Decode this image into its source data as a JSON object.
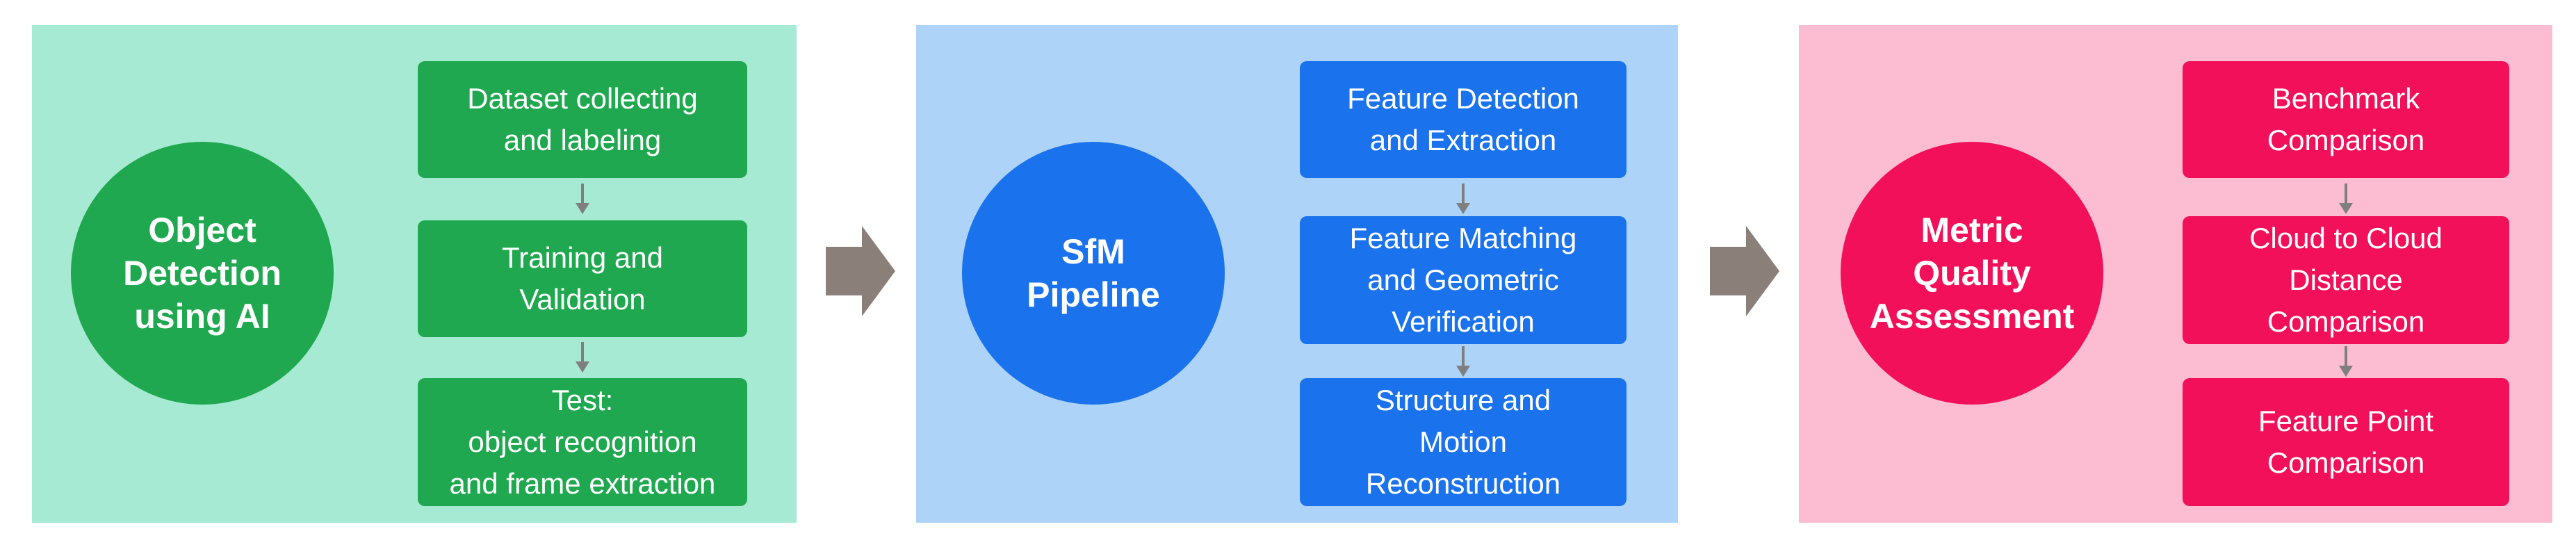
{
  "colors": {
    "panel1_bg": "#a6ead3",
    "panel1_accent": "#1fa84f",
    "panel2_bg": "#add4f8",
    "panel2_accent": "#1a72ec",
    "panel3_bg": "#fcbdd3",
    "panel3_accent": "#f2105a",
    "connector": "#7f7f7f",
    "flow_arrow": "#8b8079"
  },
  "panels": [
    {
      "title": "Object\nDetection\nusing AI",
      "steps": [
        "Dataset collecting\nand labeling",
        "Training and\nValidation",
        "Test:\nobject recognition\nand frame extraction"
      ]
    },
    {
      "title": "SfM\nPipeline",
      "steps": [
        "Feature Detection\nand Extraction",
        "Feature Matching\nand Geometric\nVerification",
        "Structure and\nMotion\nReconstruction"
      ]
    },
    {
      "title": "Metric\nQuality\nAssessment",
      "steps": [
        "Benchmark\nComparison",
        "Cloud to Cloud\nDistance\nComparison",
        "Feature Point\nComparison"
      ]
    }
  ]
}
